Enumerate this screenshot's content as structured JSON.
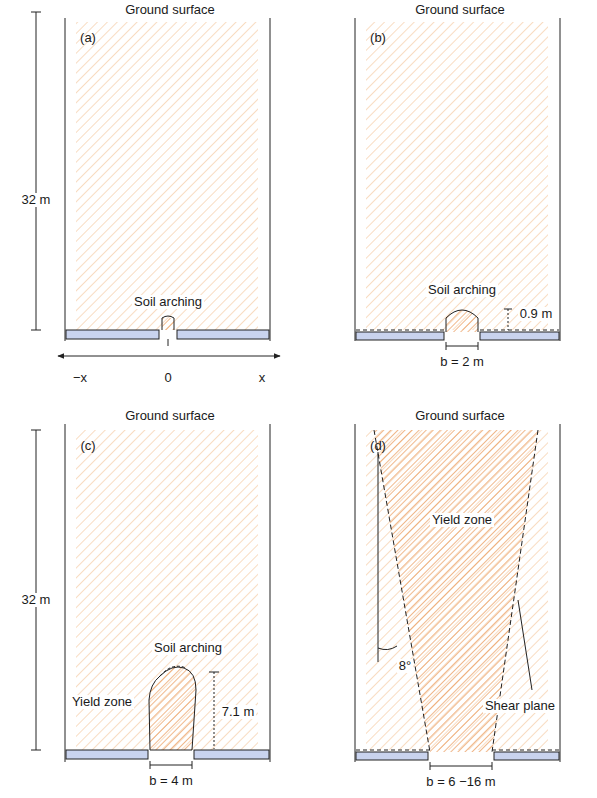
{
  "diagram": {
    "labels": [
      "Ground surface",
      "(a)",
      "32 m",
      "Soil arching",
      "−x",
      "0",
      "x",
      "Ground surface",
      "(b)",
      "Soil arching",
      "0.9 m",
      "b = 2 m",
      "Ground surface",
      "(c)",
      "32 m",
      "Soil arching",
      "Yield zone",
      "7.1 m",
      "b = 4 m",
      "Ground surface",
      "(d)",
      "Yield zone",
      "8°",
      "Shear plane",
      "b = 6 −16 m"
    ]
  }
}
